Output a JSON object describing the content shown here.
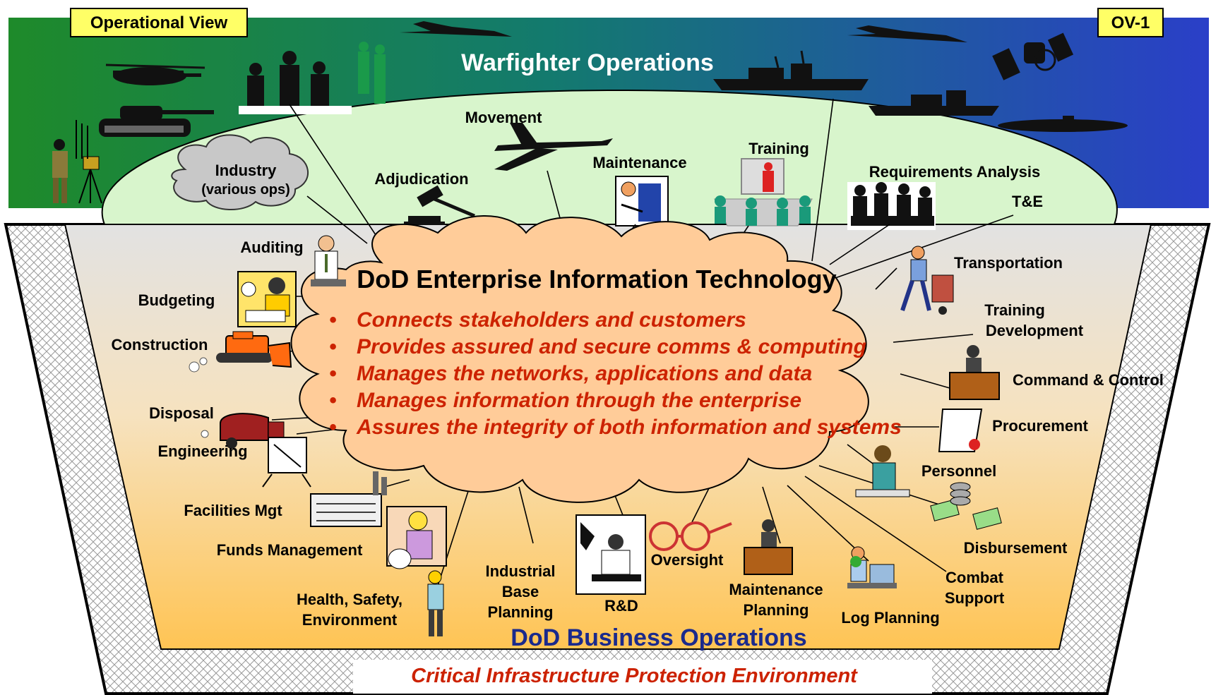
{
  "corner_tags": {
    "left": "Operational View",
    "right": "OV-1"
  },
  "warfighter_title": "Warfighter Operations",
  "business_title": "DoD Business Operations",
  "environment_label": "Critical Infrastructure Protection Environment",
  "cloud": {
    "title": "DoD Enterprise Information Technology",
    "bullets": [
      "Connects stakeholders and customers",
      "Provides assured and secure comms & computing",
      "Manages the networks, applications and data",
      "Manages information through the enterprise",
      "Assures the integrity of both information and systems"
    ],
    "bullet_glyph": "•"
  },
  "industry_cloud": {
    "line1": "Industry",
    "line2": "(various ops)"
  },
  "warfighter_labels": {
    "movement": "Movement",
    "adjudication": "Adjudication",
    "maintenance": "Maintenance",
    "training": "Training",
    "requirements_analysis": "Requirements Analysis",
    "te": "T&E"
  },
  "business_labels": {
    "auditing": "Auditing",
    "budgeting": "Budgeting",
    "construction": "Construction",
    "disposal": "Disposal",
    "engineering": "Engineering",
    "facilities_mgt": "Facilities Mgt",
    "funds_management": "Funds Management",
    "hse_1": "Health, Safety,",
    "hse_2": "Environment",
    "ibp_1": "Industrial",
    "ibp_2": "Base",
    "ibp_3": "Planning",
    "rd": "R&D",
    "oversight": "Oversight",
    "mp_1": "Maintenance",
    "mp_2": "Planning",
    "log_planning": "Log Planning",
    "cs_1": "Combat",
    "cs_2": "Support",
    "disbursement": "Disbursement",
    "personnel": "Personnel",
    "procurement": "Procurement",
    "command_control": "Command & Control",
    "td_1": "Training",
    "td_2": "Development",
    "transportation": "Transportation"
  },
  "colors": {
    "banner_left": "#1e8a2a",
    "banner_right": "#2a3fc8",
    "ellipse_fill": "#d8f5cc",
    "cloud_fill": "#ffcc99",
    "bullet_red": "#cc2200",
    "tag_yellow": "#ffff66",
    "business_blue": "#1a2a8c"
  },
  "icons": [
    "soldier-icon",
    "helicopter-icon",
    "tank-icon",
    "troops-icon",
    "medics-icon",
    "fighter-jet-icon",
    "warship-icon",
    "satellite-icon",
    "submarine-icon",
    "airliner-icon",
    "gavel-icon",
    "mechanic-icon",
    "classroom-icon",
    "meeting-icon",
    "accountant-icon",
    "bulldozer-icon",
    "garbage-truck-icon",
    "drafting-table-icon",
    "factory-icon",
    "money-bag-icon",
    "worker-icon",
    "scientist-icon",
    "eyeglasses-icon",
    "desk-icon",
    "computer-user-icon",
    "cash-stack-icon",
    "writer-icon",
    "diploma-icon",
    "desk-official-icon",
    "mover-icon"
  ]
}
